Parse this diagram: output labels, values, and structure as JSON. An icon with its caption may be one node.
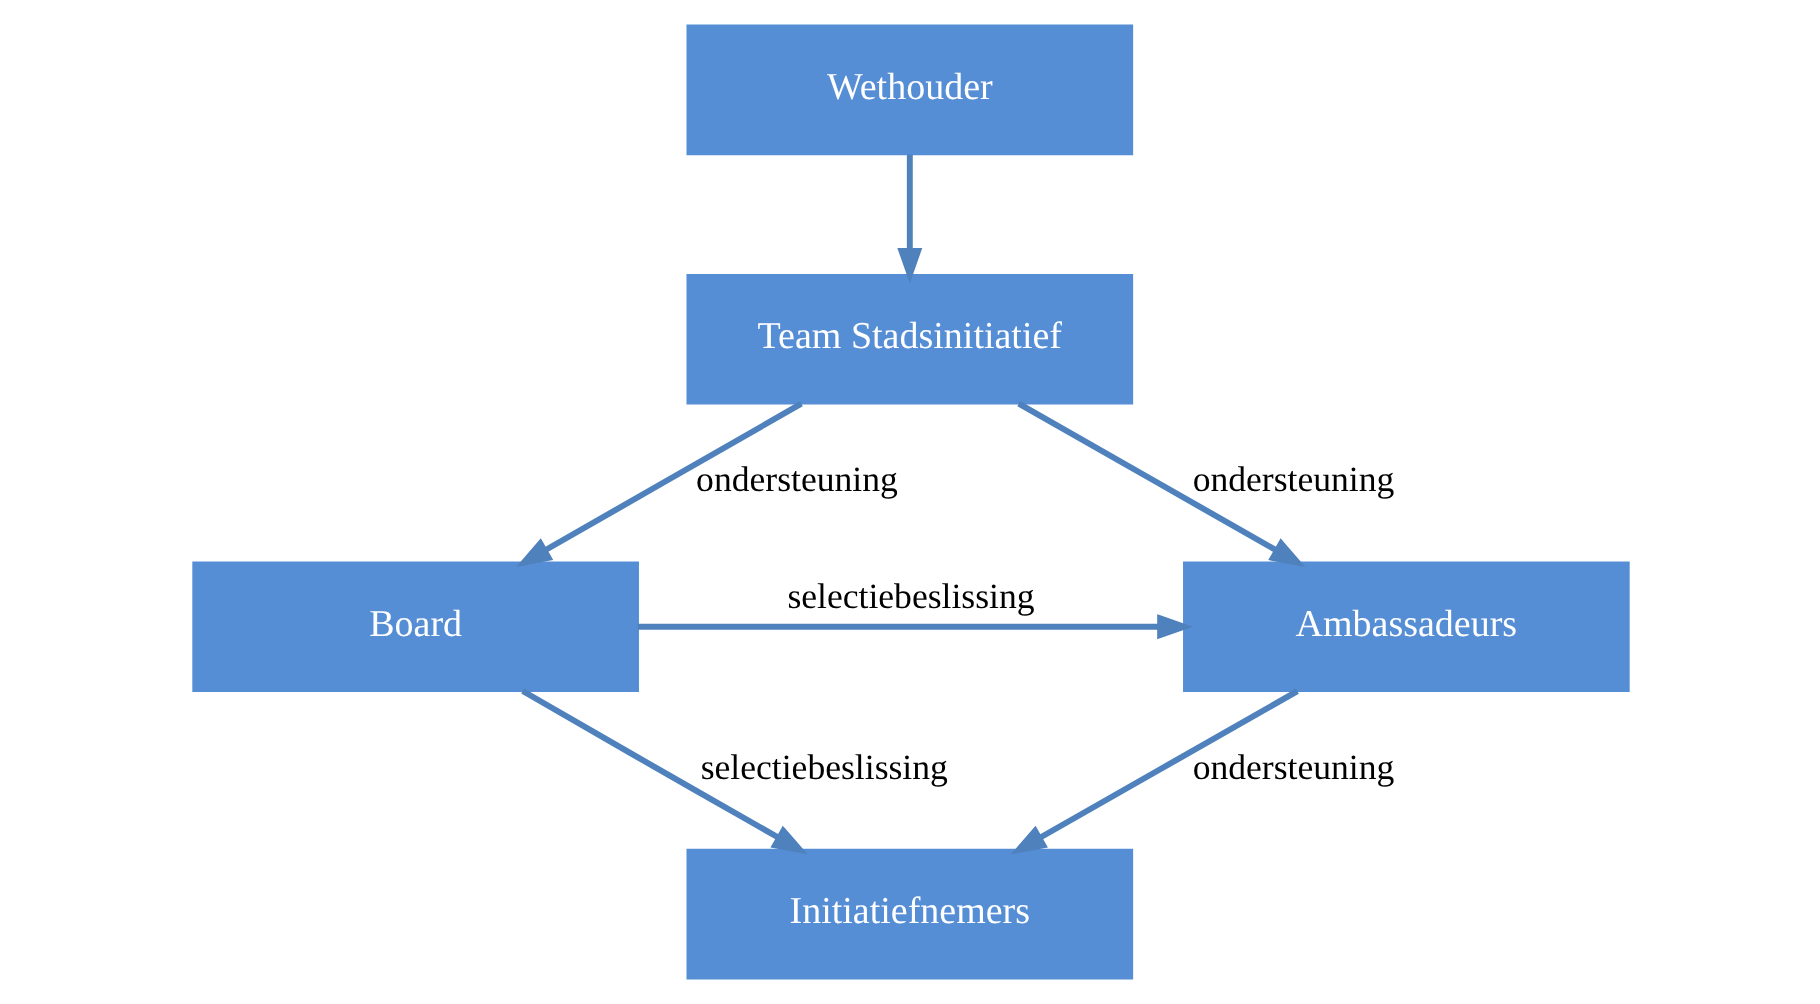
{
  "diagram": {
    "nodes": [
      {
        "text": [
          "Wethouder"
        ]
      },
      {
        "text": [
          "Team Stadsinitiatief"
        ]
      },
      {
        "text": [
          "Board"
        ]
      },
      {
        "text": [
          "Ambassadeurs"
        ]
      },
      {
        "text": [
          "Initiatiefnemers"
        ]
      }
    ],
    "edges": [
      {
        "from": 0,
        "to": 1,
        "arrow": "to"
      },
      {
        "from": 1,
        "to": 2,
        "arrow": "to",
        "label": "ondersteuning"
      },
      {
        "from": 1,
        "to": 3,
        "arrow": "to",
        "label": "ondersteuning"
      },
      {
        "from": 2,
        "to": 3,
        "arrow": "to",
        "label": "selectiebeslissing"
      },
      {
        "from": 2,
        "to": 4,
        "arrow": "to",
        "label": "selectiebeslissing"
      },
      {
        "from": 3,
        "to": 4,
        "arrow": "to",
        "label": "ondersteuning"
      }
    ]
  }
}
